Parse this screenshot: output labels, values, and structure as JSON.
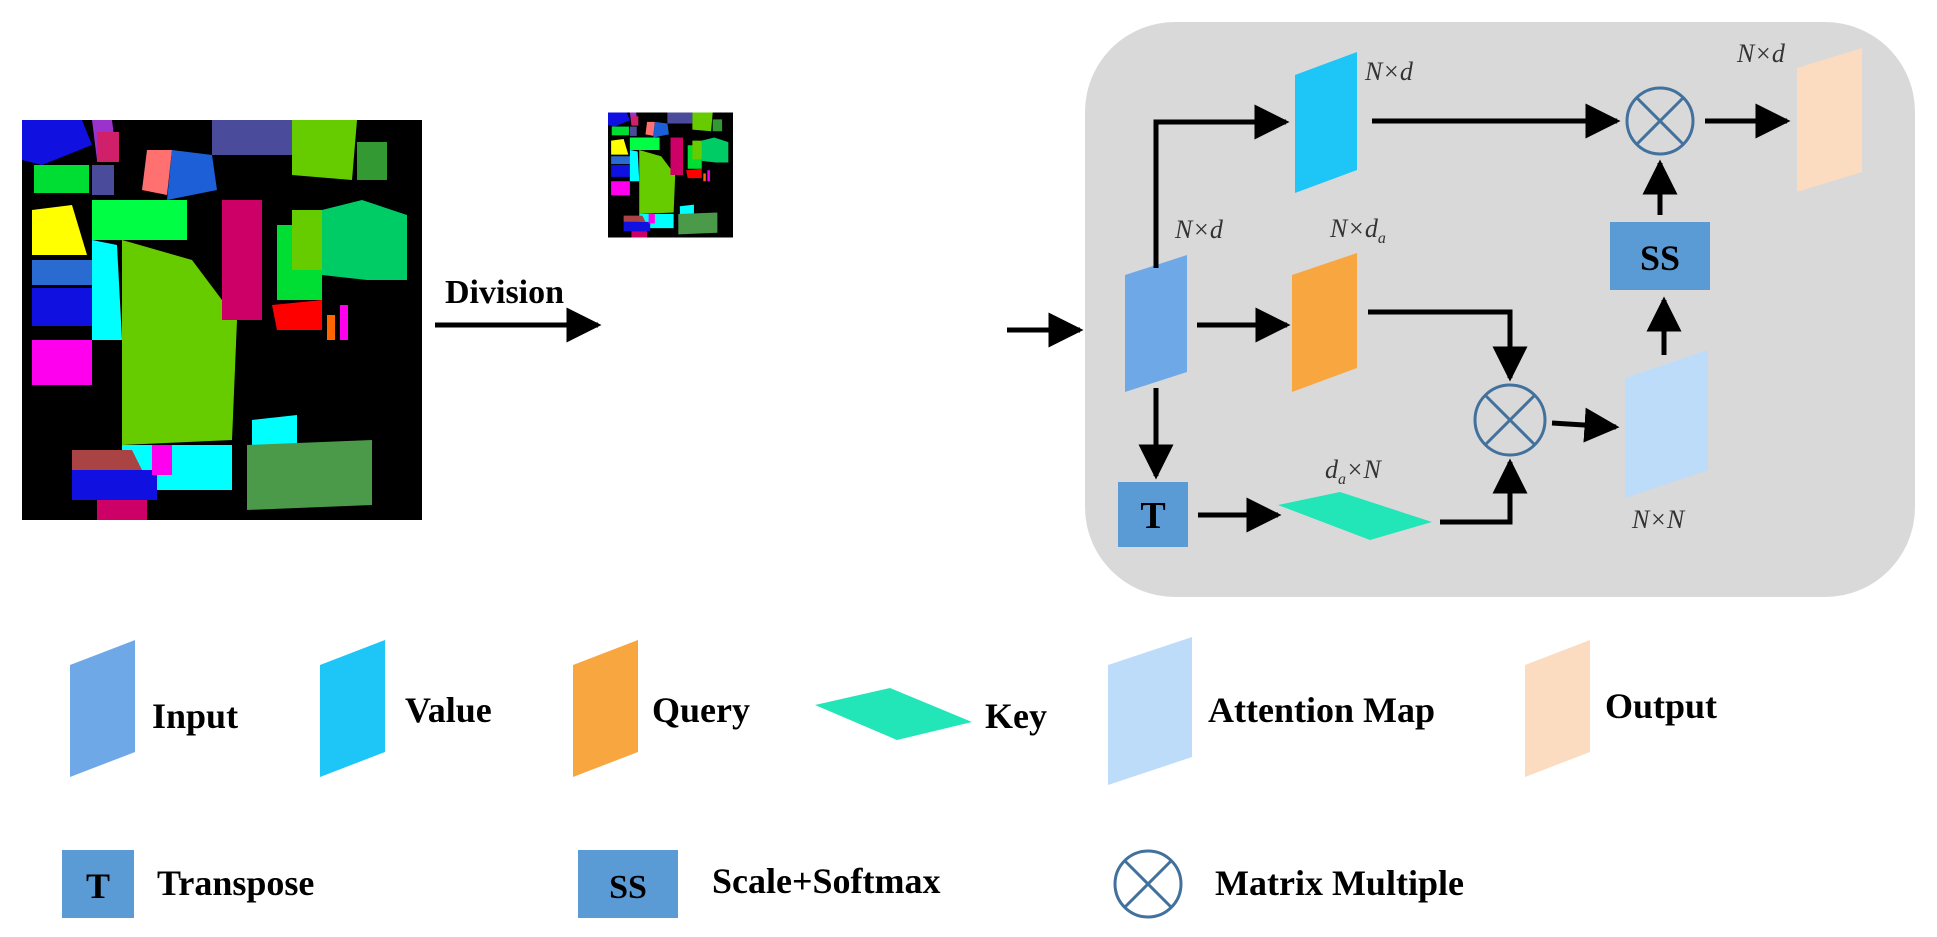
{
  "flow": {
    "division_label": "Division"
  },
  "attention": {
    "value_dim": "N×d",
    "input_dim": "N×d",
    "query_dim_base": "N×d",
    "query_dim_sub": "a",
    "key_dim_base": "d",
    "key_dim_sub": "a",
    "key_dim_rest": "×N",
    "attention_dim": "N×N",
    "output_dim": "N×d",
    "transpose_box": "T",
    "scale_softmax_box": "SS"
  },
  "legend": {
    "input": "Input",
    "value": "Value",
    "query": "Query",
    "key": "Key",
    "attention_map": "Attention Map",
    "output": "Output",
    "transpose_symbol": "T",
    "transpose": "Transpose",
    "ss_symbol": "SS",
    "scale_softmax": "Scale+Softmax",
    "matrix_multiple": "Matrix Multiple"
  },
  "colors": {
    "input": "#6fa8e6",
    "value": "#1ec5f7",
    "query": "#f8a640",
    "key": "#22e5b8",
    "attention_map": "#bcdcfa",
    "output": "#fbdcc0",
    "op_box": "#5b9bd5",
    "panel": "#d9d9d9",
    "multiply": "#41719c"
  }
}
